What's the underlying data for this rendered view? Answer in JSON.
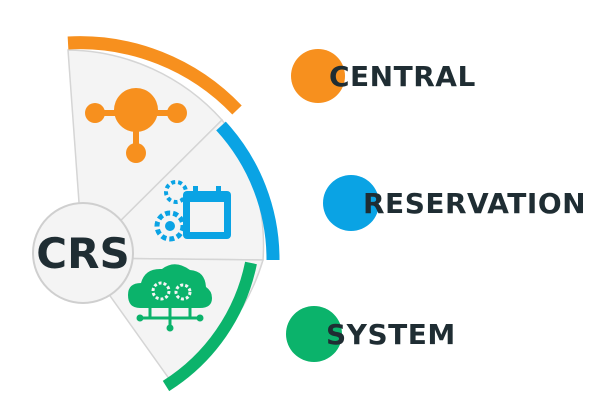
{
  "acronym": "CRS",
  "terms": [
    {
      "word": "CENTRAL",
      "color": "#F7901E",
      "icon": "hub-network-icon"
    },
    {
      "word": "RESERVATION",
      "color": "#0AA3E4",
      "icon": "gear-calendar-icon"
    },
    {
      "word": "SYSTEM",
      "color": "#0BB36B",
      "icon": "cloud-gears-icon"
    }
  ],
  "colors": {
    "text": "#1F2D33",
    "sector_fill": "#F4F4F4",
    "sector_stroke": "#D5D5D5",
    "center_circle_fill": "#F4F4F4",
    "center_circle_stroke": "#CFCFCF"
  }
}
